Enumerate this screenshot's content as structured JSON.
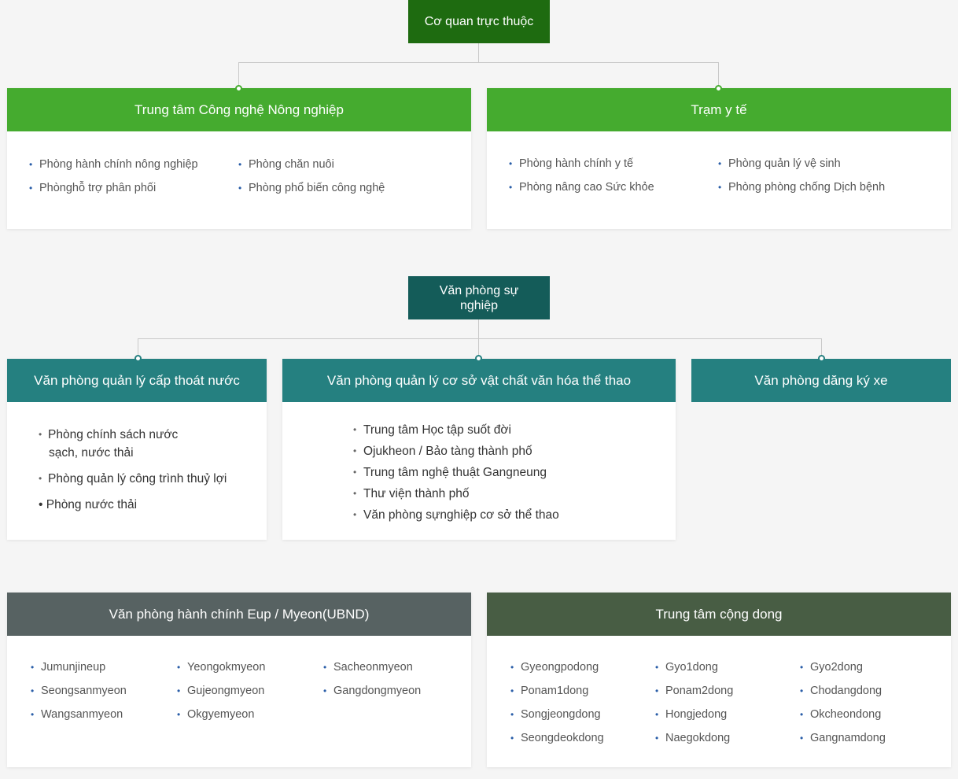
{
  "colors": {
    "dark_green": "#1e6b10",
    "green": "#45ab2f",
    "dark_teal": "#145c59",
    "teal": "#258080",
    "slate": "#576262",
    "olive": "#485d44",
    "connector": "#c9c9c9",
    "bullet_blue": "#2a5ea8"
  },
  "section1": {
    "root": "Cơ quan trực thuộc",
    "agri": {
      "title": "Trung tâm Công nghệ Nông nghiệp",
      "col1": [
        "Phòng hành chính nông nghiệp",
        "Phònghỗ trợ phân phối"
      ],
      "col2": [
        "Phòng chăn nuôi",
        "Phòng phổ biến công nghệ"
      ]
    },
    "health": {
      "title": "Trạm y tế",
      "col1": [
        "Phòng hành chính y tế",
        "Phòng nâng cao Sức khỏe"
      ],
      "col2": [
        "Phòng quản lý vệ sinh",
        "Phòng phòng chống Dịch bệnh"
      ]
    }
  },
  "section2": {
    "root_line1": "Văn phòng sự",
    "root_line2": "nghiệp",
    "water": {
      "title": "Văn phòng quản lý cấp thoát nước",
      "item1_line1": "Phòng chính sách nước",
      "item1_line2": "sạch, nước thải",
      "item2": "Phòng quản lý công trình thuỷ lợi",
      "item3": "• Phòng nước thải"
    },
    "culture": {
      "title": "Văn phòng quản lý cơ sở vật chất văn hóa thể thao",
      "items": [
        "Trung tâm Học tập suốt đời",
        "Ojukheon / Bảo tàng thành phố",
        "Trung tâm nghệ thuật Gangneung",
        "Thư viện thành phố",
        "Văn phòng sựnghiệp cơ sở thể thao"
      ]
    },
    "vehicle": {
      "title": "Văn phòng dăng ký xe"
    }
  },
  "section3": {
    "eup": {
      "title": "Văn phòng hành chính Eup / Myeon(UBND)",
      "col1": [
        "Jumunjineup",
        "Seongsanmyeon",
        "Wangsanmyeon"
      ],
      "col2": [
        "Yeongokmyeon",
        "Gujeongmyeon",
        "Okgyemyeon"
      ],
      "col3": [
        "Sacheonmyeon",
        "Gangdongmyeon"
      ]
    },
    "dong": {
      "title": "Trung tâm cộng dong",
      "col1": [
        "Gyeongpodong",
        "Ponam1dong",
        "Songjeongdong",
        "Seongdeokdong"
      ],
      "col2": [
        "Gyo1dong",
        "Ponam2dong",
        "Hongjedong",
        "Naegokdong"
      ],
      "col3": [
        "Gyo2dong",
        "Chodangdong",
        "Okcheondong",
        "Gangnamdong"
      ]
    }
  }
}
